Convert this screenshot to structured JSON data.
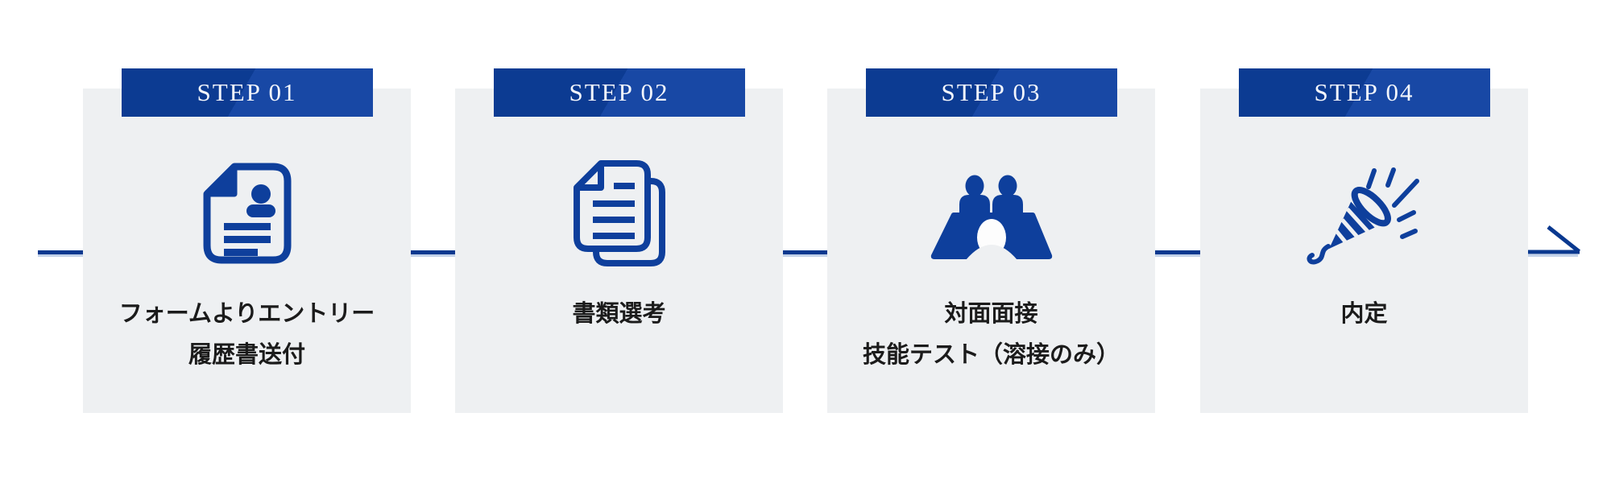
{
  "flow": {
    "title_hint": "recruitment-step-flow",
    "colors": {
      "banner_blue_dark": "#0c3b92",
      "banner_blue_light": "#1848a5",
      "icon_blue": "#0e3f9c",
      "connector_blue": "#09388f",
      "card_background": "#eef0f2",
      "label_text": "#1b1b1b",
      "badge_text": "#f3f6fc",
      "page_background": "#ffffff"
    },
    "steps": [
      {
        "badge": "STEP 01",
        "icon": "resume-document-icon",
        "label_lines": [
          "フォームよりエントリー",
          "履歴書送付"
        ]
      },
      {
        "badge": "STEP 02",
        "icon": "stacked-documents-icon",
        "label_lines": [
          "書類選考"
        ]
      },
      {
        "badge": "STEP 03",
        "icon": "interview-panel-icon",
        "label_lines": [
          "対面面接",
          "技能テスト（溶接のみ）"
        ]
      },
      {
        "badge": "STEP 04",
        "icon": "party-popper-icon",
        "label_lines": [
          "内定"
        ]
      }
    ],
    "arrow": "right-arrow"
  }
}
